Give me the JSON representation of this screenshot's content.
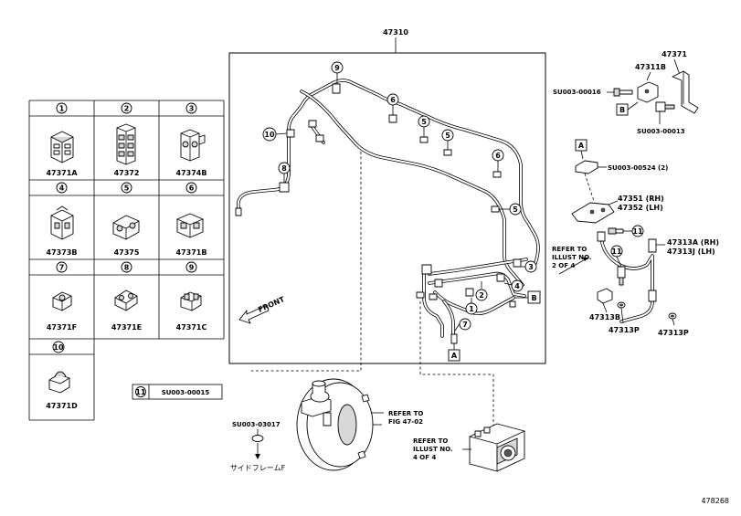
{
  "diagram": {
    "main_assembly_number": "47310",
    "figure_code": "478268",
    "front_label": "FRONT",
    "grid_cells": [
      {
        "index": "1",
        "part": "47371A"
      },
      {
        "index": "2",
        "part": "47372"
      },
      {
        "index": "3",
        "part": "47374B"
      },
      {
        "index": "4",
        "part": "47373B"
      },
      {
        "index": "5",
        "part": "47375"
      },
      {
        "index": "6",
        "part": "47371B"
      },
      {
        "index": "7",
        "part": "47371F"
      },
      {
        "index": "8",
        "part": "47371E"
      },
      {
        "index": "9",
        "part": "47371C"
      },
      {
        "index": "10",
        "part": "47371D"
      }
    ],
    "legend_11": {
      "index": "11",
      "part": "SU003-00015"
    },
    "pipe_callouts": [
      "9",
      "6",
      "5",
      "5",
      "10",
      "8",
      "6",
      "5",
      "3",
      "2",
      "1",
      "4",
      "7"
    ],
    "box_a_label": "A",
    "box_b_label": "B",
    "right_parts": {
      "p47371": "47371",
      "p47311b": "47311B",
      "bolt_a": "SU003-00016",
      "bolt_b": "SU003-00013",
      "bolt_c": "SU003-00524 (2)",
      "p47351": "47351 (RH)",
      "p47352": "47352 (LH)",
      "p47313a": "47313A (RH)",
      "p47313j": "47313J (LH)",
      "p47313b": "47313B",
      "p47313p_1": "47313P",
      "p47313p_2": "47313P",
      "callout_11a": "11",
      "callout_11b": "11"
    },
    "refer_2of4": [
      "REFER TO",
      "ILLUST NO.",
      "2 OF 4"
    ],
    "refer_fig": [
      "REFER TO",
      "FIG 47-02"
    ],
    "refer_4of4": [
      "REFER TO",
      "ILLUST NO.",
      "4 OF 4"
    ],
    "plug_part": "SU003-03017",
    "side_frame_label": "サイドフレームF"
  }
}
